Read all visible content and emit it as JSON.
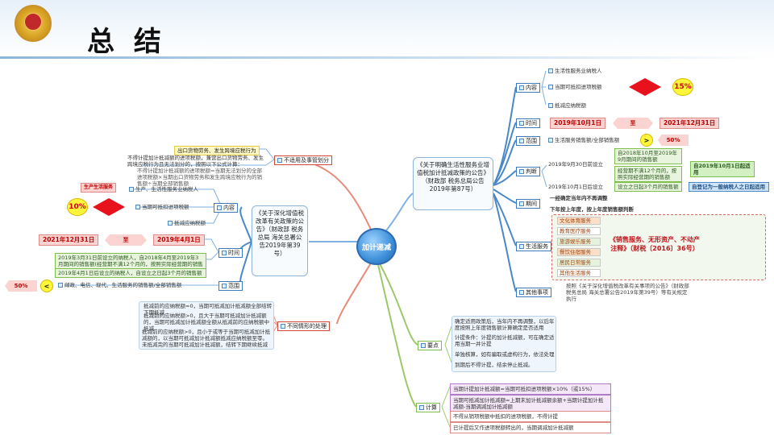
{
  "header": {
    "title": "总 结"
  },
  "center": {
    "label": "加计递减"
  },
  "left_doc": {
    "text": "《关于深化增值税改革有关政策的公告》（财政部 税务总局 海关总署公告2019年第39号）"
  },
  "right_doc": {
    "text": "《关于明确生活性服务业增值税加计抵减政策的公告》（财政部 税务总局公告2019年第87号）"
  },
  "left": {
    "not_apply": {
      "label": "不适用及事管划分",
      "items": [
        "出口货物劳务、发生跨境应税行为",
        "不得计提加计抵减额的进项税额，兼营出口货物劳务、发生跨境应税行为且无法划分的，按照以下公式计算："
      ],
      "formula": "不得计提加计抵减额的进项税额=当期无法划分的全部进项税额×当期出口货物劳务和发生跨境应税行为的销售额÷当期全部销售额"
    },
    "content": {
      "label": "内容",
      "items": [
        "生产、生活性服务业纳税人",
        "当期可抵扣进项税额",
        "抵减应纳税额"
      ],
      "tag": "生产生活服务",
      "rate": "10%"
    },
    "time": {
      "label": "时间",
      "start": "2019年4月1日",
      "to": "至",
      "end": "2021年12月31日"
    },
    "range": {
      "label": "范围",
      "rate": "50%",
      "arrow": "<",
      "text": "邮政、电信、现代、生活服务的销售额/全部销售额",
      "items": [
        "2019年3月31日前设立的纳税人，自2018年4月至2019年3月期间的销售额(经营期不满12个月的，按照实际经营期的销售额)",
        "2019年4月1日后设立的纳税人，自设立之日起3个月的销售额"
      ]
    },
    "special": {
      "label": "不同情形的处理",
      "items": [
        "抵减前的应纳税额=0，当期可抵减加计抵减额全部结转下期抵减",
        "抵减前的应纳税额>0，且大于当期可抵减加计抵减额的，当期可抵减加计抵减额全额从抵减前的应纳税额中抵减",
        "抵减前的应纳税额>0，且小于或等于当期可抵减加计抵减额的，以当期可抵减加计抵减额抵减应纳税额至零。未抵减完的当期可抵减加计抵减额，结转下期继续抵减"
      ]
    }
  },
  "right": {
    "content": {
      "label": "内容",
      "items": [
        "生活性服务业纳税人",
        "当期可抵扣进项税额",
        "抵减应纳税额"
      ],
      "rate": "15%"
    },
    "time": {
      "label": "时间",
      "start": "2019年10月1日",
      "to": "至",
      "end": "2021年12月31日"
    },
    "range": {
      "label": "范围",
      "text": "生活服务销售额/全部销售额",
      "op": ">",
      "rate": "50%"
    },
    "judge": {
      "label": "判断",
      "a": "2019年9月30日前设立",
      "a1": "自2018年10月至2019年9月期间的销售额",
      "a2": "经营期不满12个月的，按照实际经营期的销售额",
      "a_result": "自2019年10月1日起适用",
      "b": "2019年10月1日后设立",
      "b1": "设立之日起3个月的销售额",
      "b_result": "自登记为一般纳税人之日起适用"
    },
    "period": {
      "label": "期间",
      "items": [
        "一经确定当年内不再调整",
        "下年按上年度，按上年度销售额判断"
      ]
    },
    "services": {
      "label": "生活服务",
      "items": [
        "文化体育服务",
        "教育医疗服务",
        "旅游娱乐服务",
        "餐饮住宿服务",
        "居民日常服务",
        "其他生活服务"
      ],
      "note": "《销售服务、无形资产、不动产注释》（财税〔2016〕36号）"
    },
    "other": {
      "label": "其他事项",
      "text": "按照《关于深化增值税改革有关事项的公告》（财政部 税务总局 海关总署公告2019年第39号）等有关规定执行"
    },
    "key_points": {
      "label": "要点",
      "items": [
        "确定适用政策后，当年内不再调整，以后年度按照上年度销售额计算确定是否适用",
        "计提条件：计提的加计抵减额，可在确定适用当期一并计提",
        "单独核算，如有骗取或虚构行为，依法处理",
        "到期后不得计提，结余停止抵减。"
      ]
    },
    "calc": {
      "label": "计算",
      "items": [
        "当期计提加计抵减额=当期可抵扣进项税额×10%（或15%）",
        "当期可抵减加计抵减额=上期末加计抵减额余额+当期计提加计抵减额-当期调减加计抵减额",
        "不得从销项税额中抵扣的进项税额，不得计提",
        "已计提后又作进项税额转出的，当期调减加计抵减额"
      ]
    }
  }
}
